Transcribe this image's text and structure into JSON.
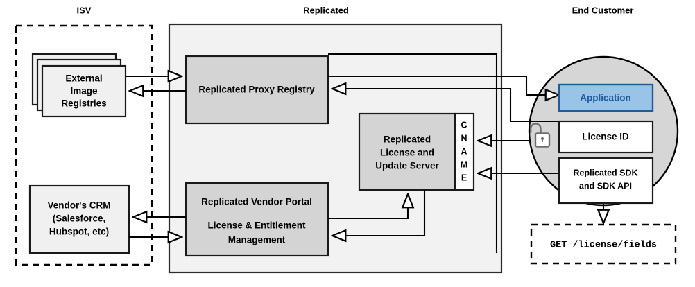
{
  "zones": {
    "isv": {
      "label": "ISV"
    },
    "replicated": {
      "label": "Replicated"
    },
    "end_customer": {
      "label": "End Customer"
    }
  },
  "isv": {
    "registries": {
      "label_lines": [
        "External",
        "Image",
        "Registries"
      ]
    },
    "crm": {
      "label_lines": [
        "Vendor's CRM",
        "(Salesforce,",
        "Hubspot, etc)"
      ]
    }
  },
  "replicated": {
    "proxy_registry": {
      "label": "Replicated Proxy Registry"
    },
    "license_server": {
      "label_lines": [
        "Replicated",
        "License and",
        "Update Server"
      ]
    },
    "cname": {
      "label": "CNAME",
      "letters": [
        "C",
        "N",
        "A",
        "M",
        "E"
      ]
    },
    "vendor_portal": {
      "label_lines": [
        "Replicated Vendor Portal",
        "License & Entitlement",
        "Management"
      ]
    }
  },
  "end_customer": {
    "application": {
      "label": "Application"
    },
    "license_id": {
      "label": "License ID"
    },
    "sdk": {
      "label_lines": [
        "Replicated SDK",
        "and SDK API"
      ]
    },
    "lock": {
      "name": "unlocked-padlock"
    },
    "api_call": {
      "label": "GET /license/fields"
    }
  },
  "colors": {
    "app_fill": "#9ac3e8",
    "app_stroke": "#1f5c99",
    "app_text": "#1f5c99",
    "panel_fill": "#f2f2f2",
    "grey_box_fill": "#d4d4d4",
    "circle_fill": "#d6d6d6",
    "lock_stroke": "#6e6e6e",
    "line": "#000000"
  }
}
